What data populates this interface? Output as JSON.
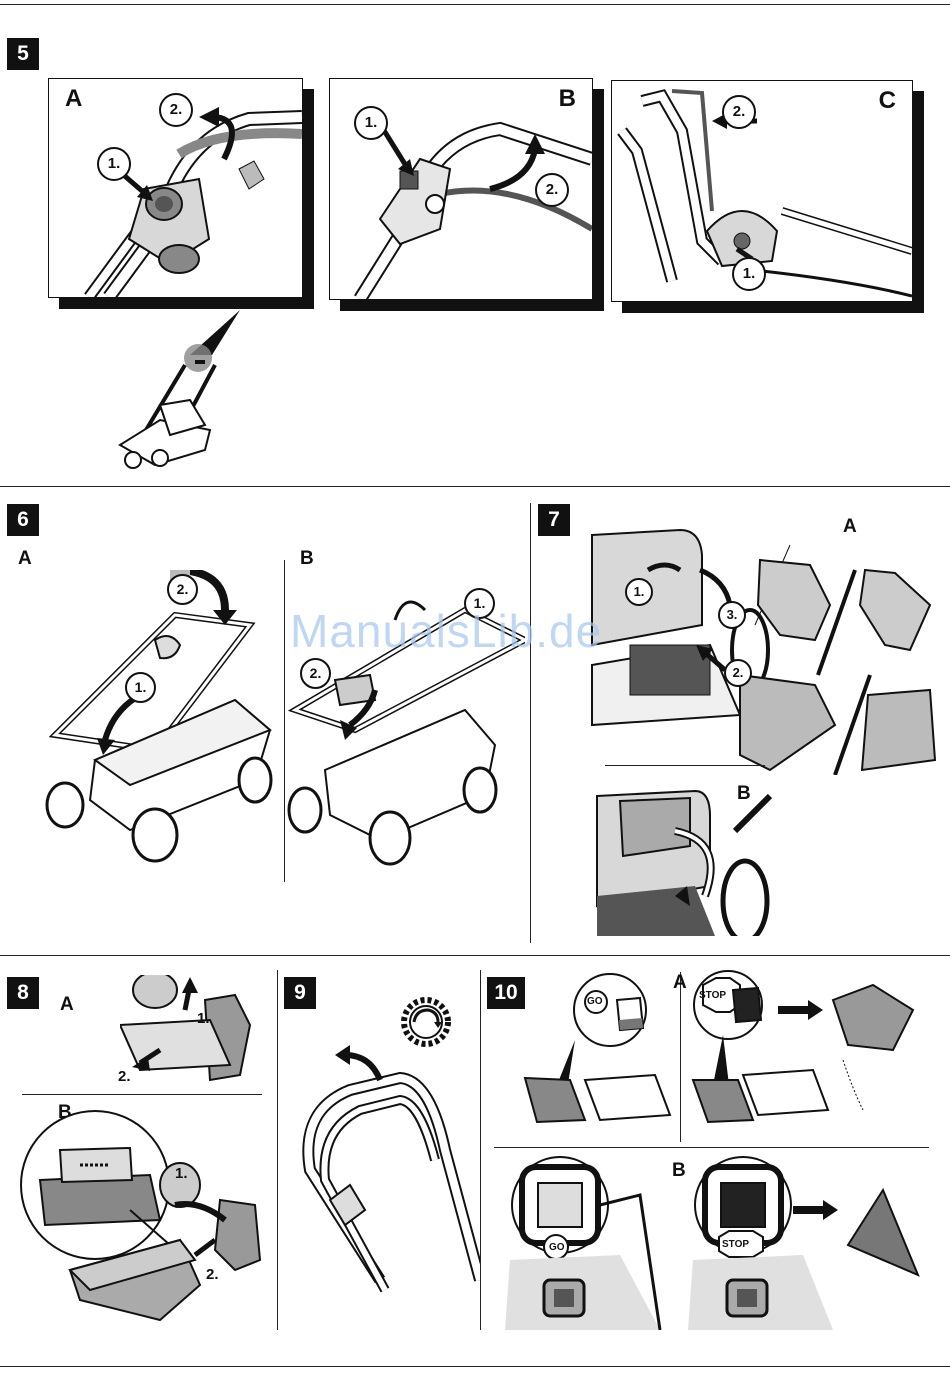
{
  "sections": [
    {
      "number": "5",
      "panels": [
        "A",
        "B",
        "C"
      ],
      "steps": [
        "1.",
        "2."
      ]
    },
    {
      "number": "6",
      "panels": [
        "A",
        "B"
      ],
      "steps": [
        "1.",
        "2."
      ]
    },
    {
      "number": "7",
      "panels": [
        "A",
        "B"
      ],
      "steps": [
        "1.",
        "2.",
        "3."
      ]
    },
    {
      "number": "8",
      "panels": [
        "A",
        "B"
      ],
      "steps": [
        "1.",
        "2."
      ]
    },
    {
      "number": "9"
    },
    {
      "number": "10",
      "panels": [
        "A",
        "B"
      ],
      "indicator": {
        "go": "GO",
        "stop": "STOP"
      }
    }
  ],
  "watermark": "ManualsLib.de",
  "colors": {
    "ink": "#111111",
    "paper": "#ffffff",
    "shade": "#8a8a8a",
    "light_shade": "#d4d4d4",
    "watermark": "#a8c6ea"
  }
}
